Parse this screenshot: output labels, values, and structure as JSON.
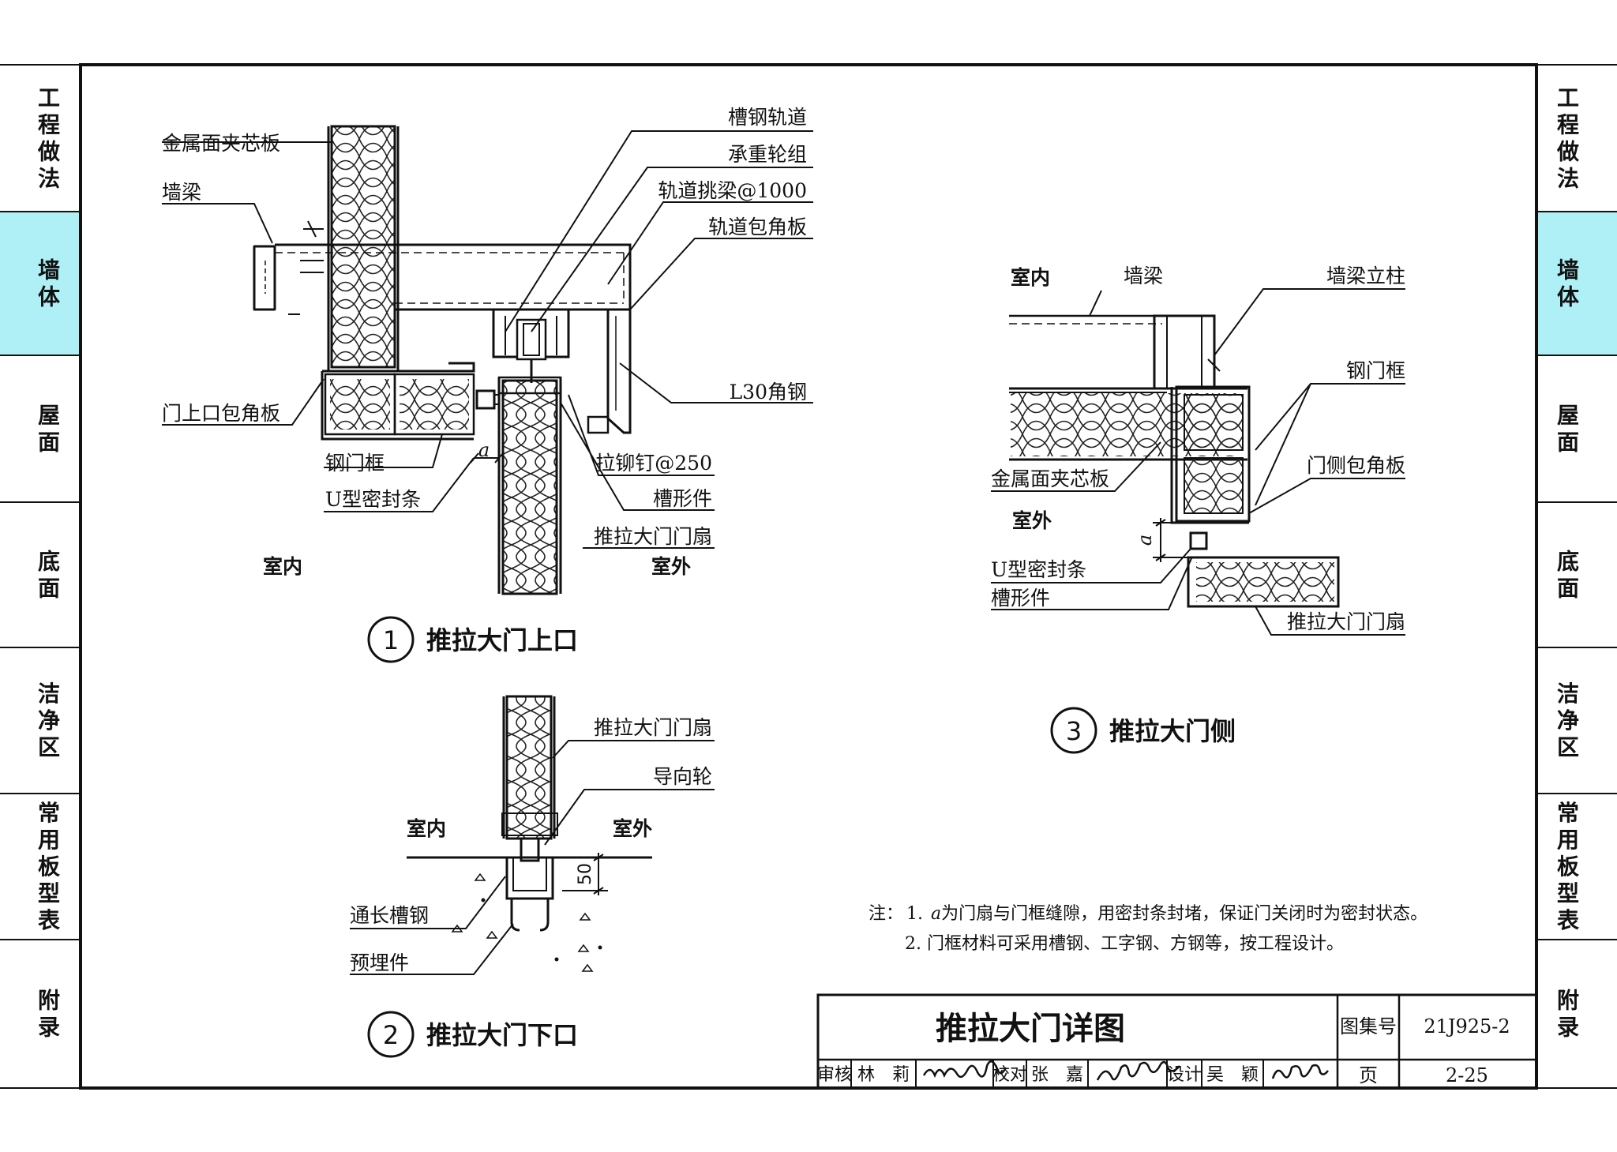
{
  "side_tabs": [
    {
      "label": "工程做法",
      "active": false
    },
    {
      "label": "墙体",
      "active": true
    },
    {
      "label": "屋面",
      "active": false
    },
    {
      "label": "底面",
      "active": false
    },
    {
      "label": "洁净区",
      "active": false
    },
    {
      "label": "常用板型表",
      "active": false
    },
    {
      "label": "附录",
      "active": false
    }
  ],
  "colors": {
    "active_tab": "#aef0f6",
    "line": "#111111"
  },
  "detail1": {
    "number": "1",
    "title": "推拉大门上口",
    "labels": {
      "panel": "金属面夹芯板",
      "beam": "墙梁",
      "channel_track": "槽钢轨道",
      "wheel_set": "承重轮组",
      "track_beam": "轨道挑梁@1000",
      "track_flashing": "轨道包角板",
      "angle": "L30角钢",
      "door_top_flashing": "门上口包角板",
      "steel_frame": "钢门框",
      "u_seal": "U型密封条",
      "rivet": "拉铆钉@250",
      "channel_piece": "槽形件",
      "door_leaf": "推拉大门门扇",
      "gap": "a",
      "inside": "室内",
      "outside": "室外"
    }
  },
  "detail2": {
    "number": "2",
    "title": "推拉大门下口",
    "labels": {
      "door_leaf": "推拉大门门扇",
      "guide_wheel": "导向轮",
      "inside": "室内",
      "outside": "室外",
      "dim": "50",
      "channel": "通长槽钢",
      "embed": "预埋件"
    }
  },
  "detail3": {
    "number": "3",
    "title": "推拉大门侧",
    "labels": {
      "inside": "室内",
      "beam": "墙梁",
      "column": "墙梁立柱",
      "steel_frame": "钢门框",
      "side_flashing": "门侧包角板",
      "panel": "金属面夹芯板",
      "outside": "室外",
      "gap": "a",
      "u_seal": "U型密封条",
      "channel_piece": "槽形件",
      "door_leaf": "推拉大门门扇"
    }
  },
  "notes": {
    "prefix": "注：",
    "n1_num": "1.",
    "n1_italic": "a",
    "n1_text": "为门扇与门框缝隙，用密封条封堵，保证门关闭时为密封状态。",
    "n2": "2. 门框材料可采用槽钢、工字钢、方钢等，按工程设计。"
  },
  "title_block": {
    "title": "推拉大门详图",
    "atlas_label": "图集号",
    "atlas_no": "21J925-2",
    "page_label": "页",
    "page_no": "2-25",
    "review_label": "审核",
    "reviewer": "林　莉",
    "check_label": "校对",
    "checker": "张　嘉",
    "design_label": "设计",
    "designer": "吴　颖"
  }
}
